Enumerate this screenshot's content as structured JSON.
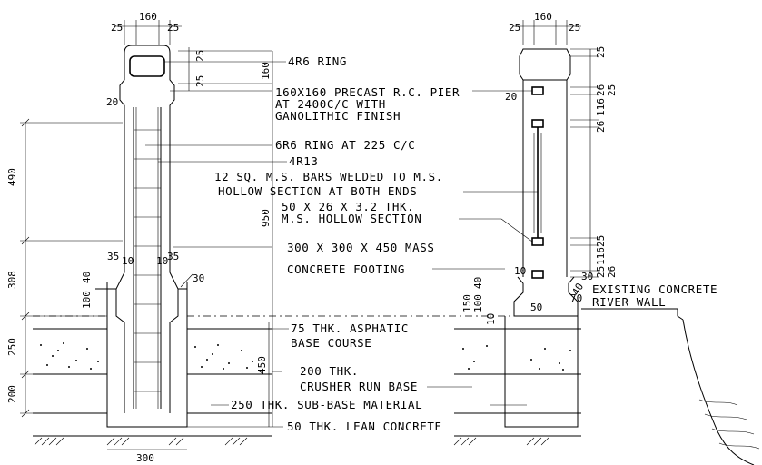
{
  "left_dims": {
    "top_a": "25",
    "top_b": "160",
    "top_c": "25",
    "ring_a": "25",
    "ring_b": "160",
    "ring_c": "25",
    "side_20": "20",
    "v490": "490",
    "v308": "308",
    "v250": "250",
    "v200": "200",
    "v950": "950",
    "v450": "450",
    "n35a": "35",
    "n10a": "10",
    "n10b": "10",
    "n35b": "35",
    "n100": "100",
    "n40": "40",
    "n30": "30",
    "n300": "300"
  },
  "right_dims": {
    "top_a": "25",
    "top_b": "160",
    "top_c": "25",
    "r25a": "25",
    "r26a": "26",
    "r25b": "25",
    "r116a": "116",
    "r26b": "26",
    "r25c": "25",
    "r116b": "116",
    "r25d": "25",
    "r26c": "26",
    "side_20": "20",
    "n10": "10",
    "n150": "150",
    "n100": "100",
    "n40": "40",
    "n10b": "10",
    "n50": "50",
    "n40b": "40",
    "n70": "70",
    "n30": "30"
  },
  "labels": {
    "l1": "4R6 RING",
    "l2a": "160X160 PRECAST R.C. PIER",
    "l2b": "AT 2400C/C WITH",
    "l2c": "GANOLITHIC FINISH",
    "l3": "6R6 RING AT 225 C/C",
    "l4": "4R13",
    "l5a": "12 SQ. M.S. BARS WELDED TO M.S.",
    "l5b": "HOLLOW SECTION AT BOTH ENDS",
    "l6a": "50 X 26 X 3.2 THK.",
    "l6b": "M.S. HOLLOW SECTION",
    "l7a": "300 X 300 X 450 MASS",
    "l7b": "CONCRETE FOOTING",
    "l8a": "75 THK. ASPHATIC",
    "l8b": "BASE COURSE",
    "l9a": "200 THK.",
    "l9b": "CRUSHER RUN BASE",
    "l10": "250 THK. SUB-BASE MATERIAL",
    "l11": "50 THK. LEAN CONCRETE",
    "l12a": "EXISTING CONCRETE",
    "l12b": "RIVER WALL"
  }
}
